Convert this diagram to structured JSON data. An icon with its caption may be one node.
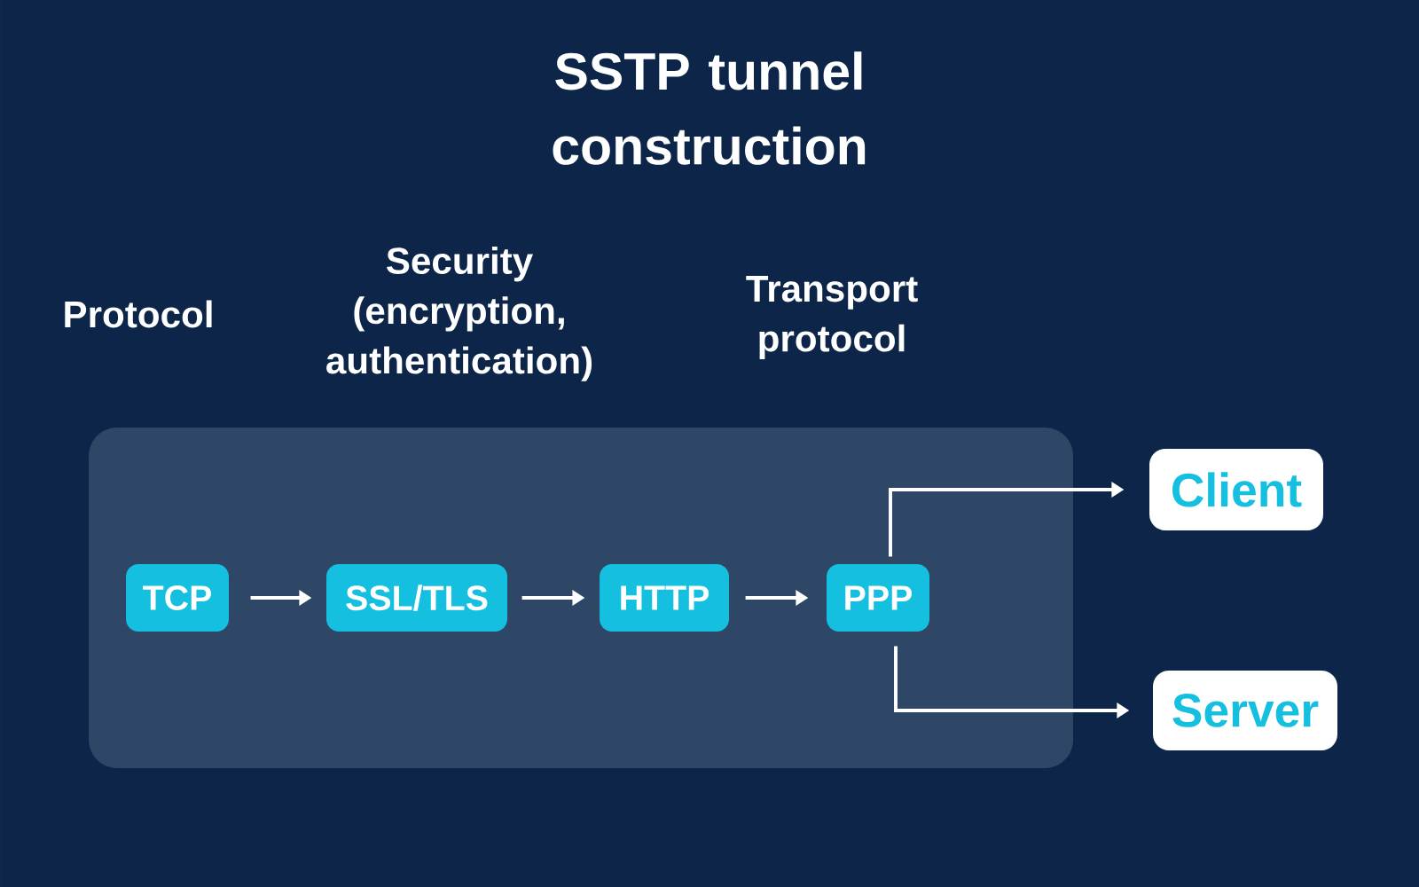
{
  "diagram": {
    "title": "SSTP tunnel construction",
    "nodes": [
      {
        "text": [],
        "shape": "box"
      },
      {
        "text": [
          "TCP"
        ],
        "in": 0
      },
      {
        "text": [
          "SSL/TLS"
        ],
        "in": 0
      },
      {
        "text": [
          "HTTP"
        ],
        "in": 0
      },
      {
        "text": [
          "PPP"
        ],
        "in": 0
      },
      {
        "text": [
          "Client"
        ]
      },
      {
        "text": [
          "Server"
        ]
      }
    ],
    "edges": [
      {
        "from": 1,
        "to": 2,
        "arrow": "to"
      },
      {
        "from": 2,
        "to": 3,
        "arrow": "to"
      },
      {
        "from": 3,
        "to": 4,
        "arrow": "to"
      },
      {
        "from": 4,
        "to": 5,
        "arrow": "to"
      },
      {
        "from": 4,
        "to": 6,
        "arrow": "to"
      }
    ],
    "labels": [
      "Protocol",
      "Security (encryption, authentication)",
      "Transport protocol"
    ]
  }
}
